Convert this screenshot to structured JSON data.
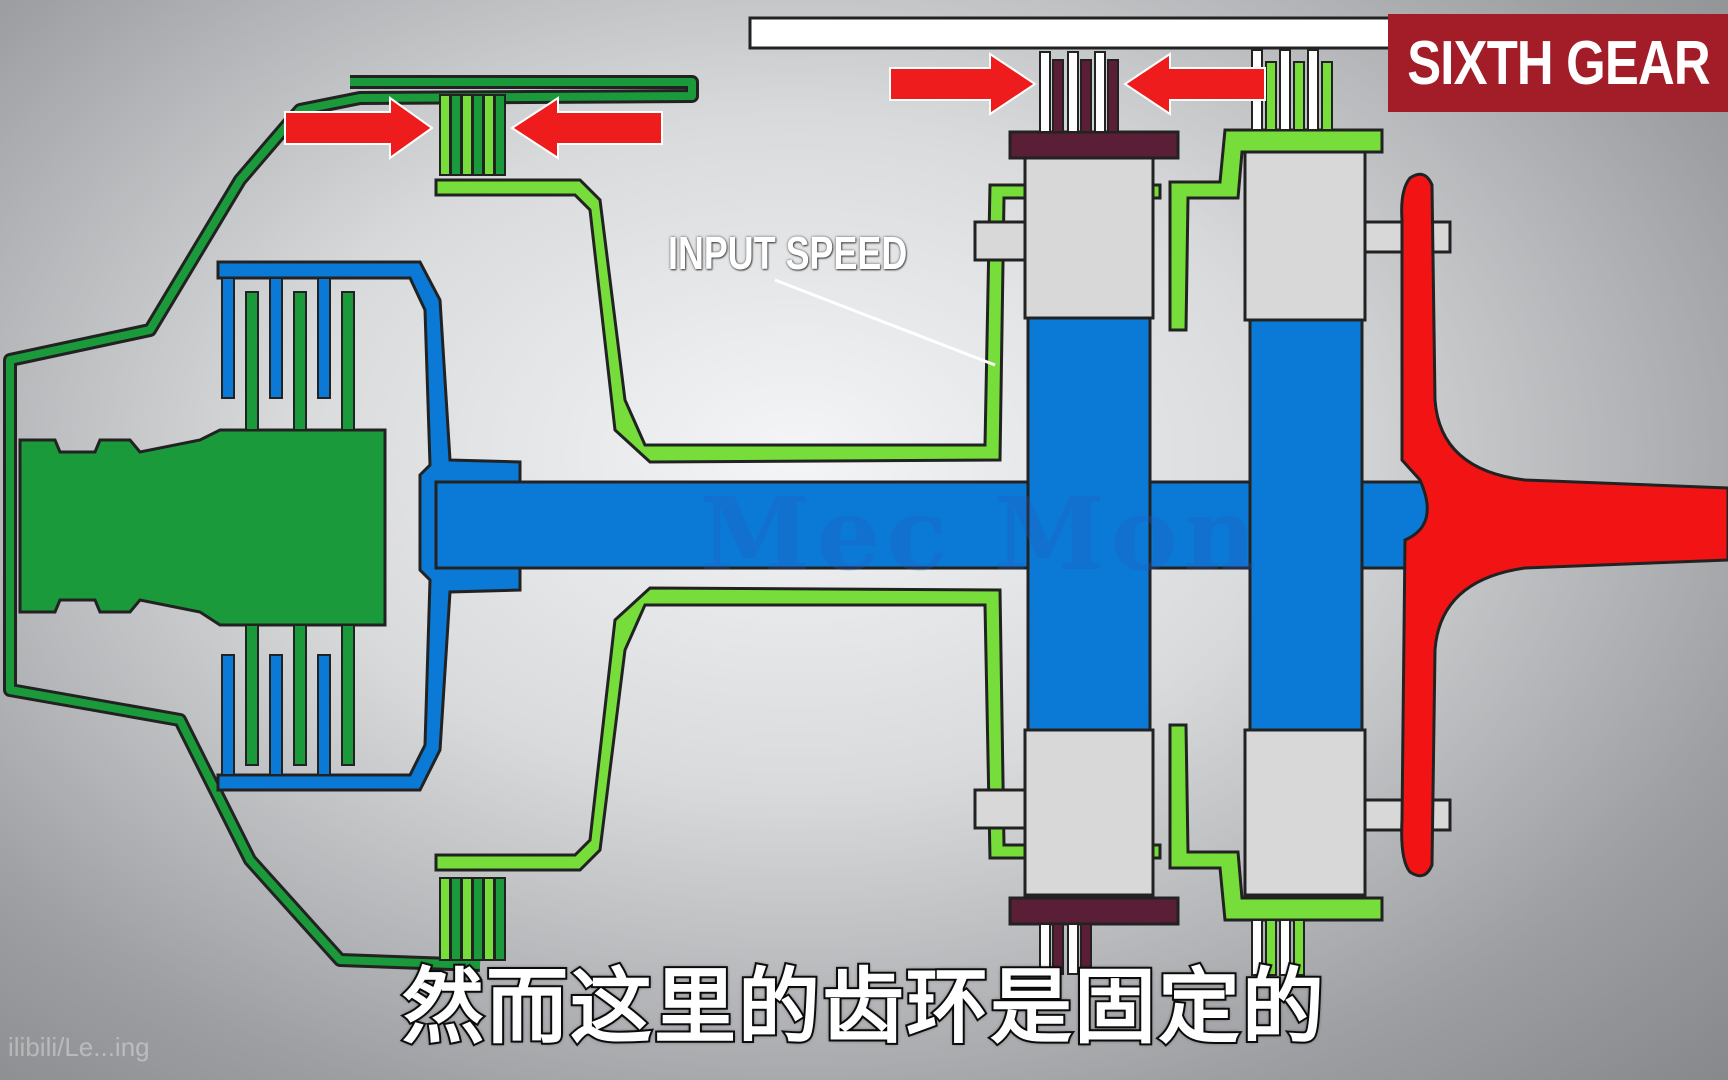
{
  "badge": {
    "label": "SIXTH GEAR",
    "color": "#a31d29"
  },
  "callout": {
    "label": "INPUT SPEED"
  },
  "subtitle": {
    "text": "然而这里的齿环是固定的"
  },
  "watermark": {
    "text": "Mec Mon"
  },
  "bottom_mark": {
    "text": "ilibili/Le...ing"
  },
  "colors": {
    "dark_green": "#1a9a3a",
    "light_green": "#77dd3a",
    "blue": "#0a7ad6",
    "red": "#f21414",
    "maroon": "#5a1e36",
    "gray_part": "#d8d8d8",
    "arrow": "#ee1c1c"
  }
}
